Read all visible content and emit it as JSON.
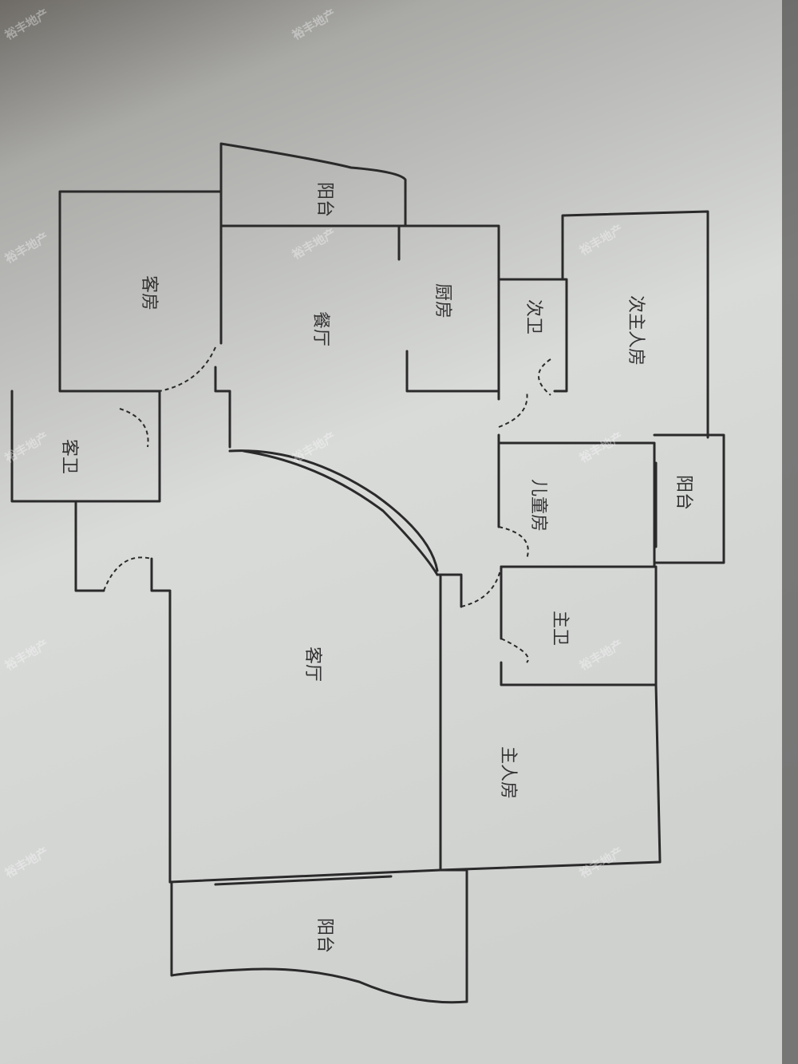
{
  "watermark": "裕丰地产",
  "rooms": {
    "balcony_top": "阳台",
    "guest_room": "客房",
    "dining_room": "餐厅",
    "kitchen": "厨房",
    "second_bath": "次卫",
    "second_master_room": "次主人房",
    "guest_bath": "客卫",
    "children_room": "儿童房",
    "balcony_right": "阳台",
    "master_bath": "主卫",
    "living_room": "客厅",
    "master_room": "主人房",
    "balcony_bottom": "阳台"
  }
}
